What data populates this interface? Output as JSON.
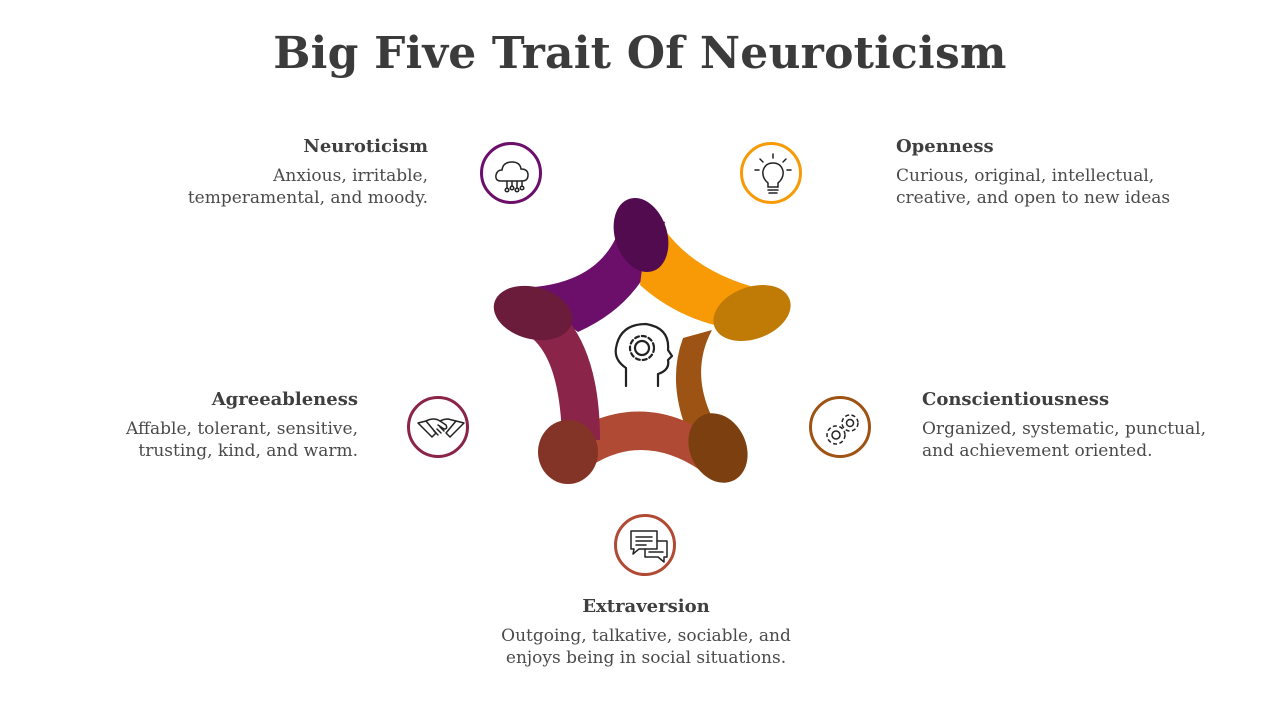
{
  "title": "Big Five Trait Of Neuroticism",
  "colors": {
    "neuroticism": "#6b0f6b",
    "openness": "#f79a06",
    "conscientiousness": "#9d5314",
    "extraversion": "#b04a34",
    "agreeableness": "#8a2448"
  },
  "traits": {
    "neuroticism": {
      "name": "Neuroticism",
      "desc_line1": "Anxious, irritable,",
      "desc_line2": "temperamental, and moody.",
      "icon": "cloud-network-icon"
    },
    "openness": {
      "name": "Openness",
      "desc_line1": "Curious, original, intellectual,",
      "desc_line2": "creative, and open to new ideas",
      "icon": "lightbulb-icon"
    },
    "agreeableness": {
      "name": "Agreeableness",
      "desc_line1": "Affable, tolerant, sensitive,",
      "desc_line2": "trusting, kind, and warm.",
      "icon": "handshake-icon"
    },
    "conscientiousness": {
      "name": "Conscientiousness",
      "desc_line1": "Organized, systematic, punctual,",
      "desc_line2": "and achievement oriented.",
      "icon": "gears-icon"
    },
    "extraversion": {
      "name": "Extraversion",
      "desc_line1": "Outgoing, talkative, sociable, and",
      "desc_line2": "enjoys being in social situations.",
      "icon": "chat-bubbles-icon"
    }
  },
  "center_icon": "head-gear-icon"
}
